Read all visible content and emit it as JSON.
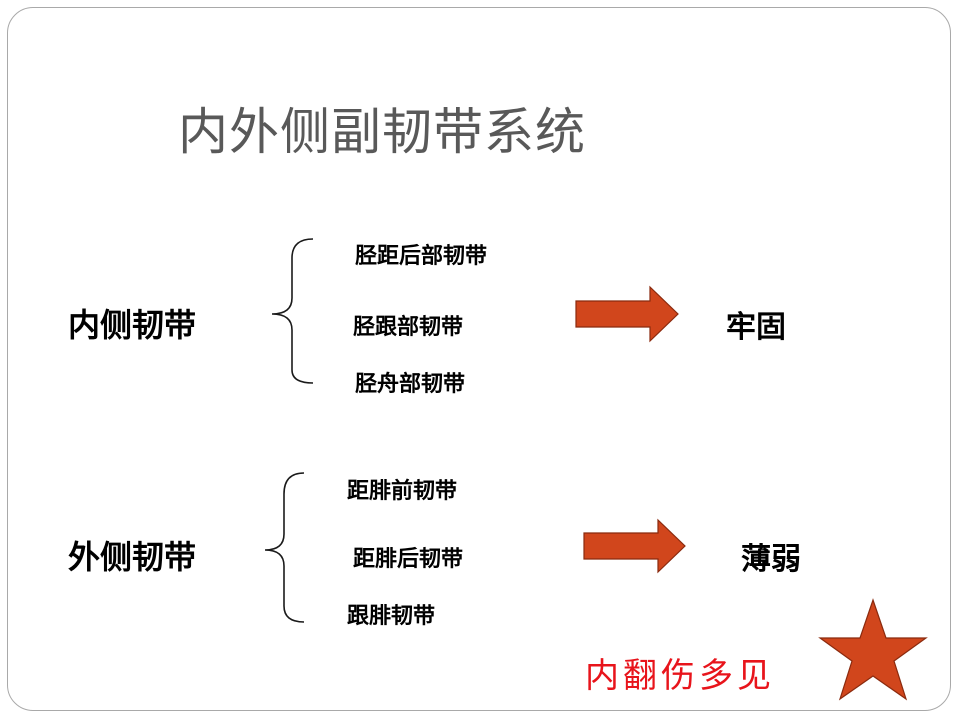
{
  "title": "内外侧副韧带系统",
  "groups": [
    {
      "label": "内侧韧带",
      "items": [
        "胫距后部韧带",
        "胫跟部韧带",
        "胫舟部韧带"
      ],
      "result": "牢固"
    },
    {
      "label": "外侧韧带",
      "items": [
        "距腓前韧带",
        "距腓后韧带",
        "跟腓韧带"
      ],
      "result": "薄弱"
    }
  ],
  "note": "内翻伤多见",
  "colors": {
    "arrow": "#d1461c",
    "star": "#d1461c",
    "note": "#e8141b",
    "title": "#595959"
  }
}
